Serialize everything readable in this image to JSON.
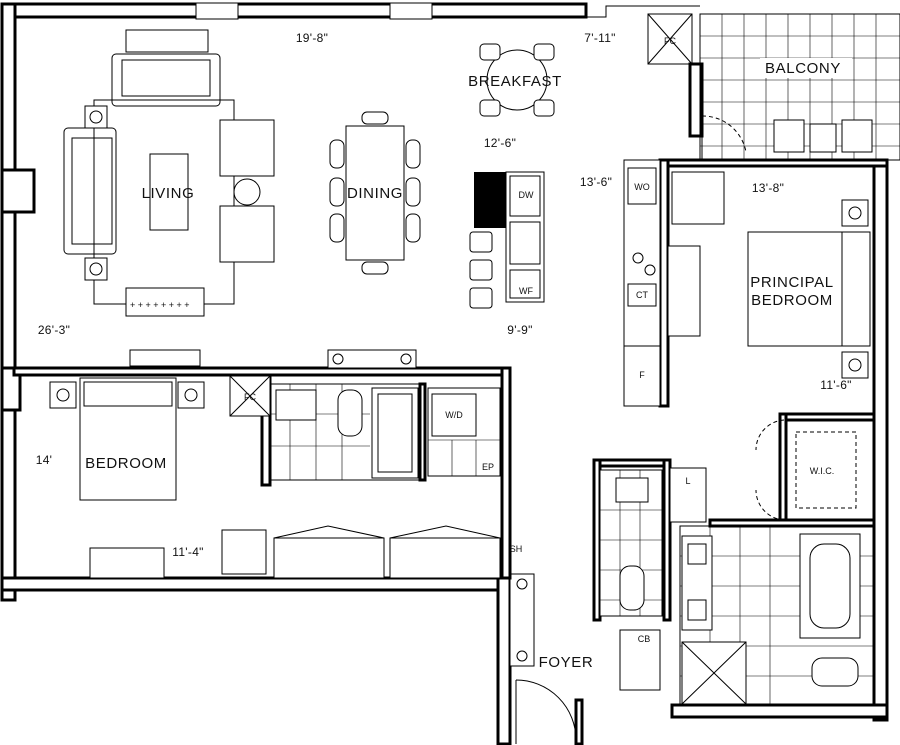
{
  "rooms": {
    "living": "LIVING",
    "dining": "DINING",
    "breakfast": "BREAKFAST",
    "balcony": "BALCONY",
    "principal_bedroom_line1": "PRINCIPAL",
    "principal_bedroom_line2": "BEDROOM",
    "bedroom": "BEDROOM",
    "foyer": "FOYER"
  },
  "dimensions": {
    "living_width": "19'-8\"",
    "balcony_width": "7'-11\"",
    "dining_depth": "12'-6\"",
    "kitchen_depth": "13'-6\"",
    "balcony_depth": "13'-8\"",
    "living_length": "26'-3\"",
    "kitchen_width": "9'-9\"",
    "principal_width": "11'-6\"",
    "bedroom_length": "14'",
    "bedroom_width": "11'-4\""
  },
  "tags": {
    "fc_balcony": "FC",
    "fc_bedroom": "FC",
    "dw": "DW",
    "wf": "WF",
    "wo": "WO",
    "ct": "CT",
    "fridge": "F",
    "wd": "W/D",
    "ep": "EP",
    "linen": "L",
    "wic": "W.I.C.",
    "sh": "SH",
    "cb": "CB"
  }
}
